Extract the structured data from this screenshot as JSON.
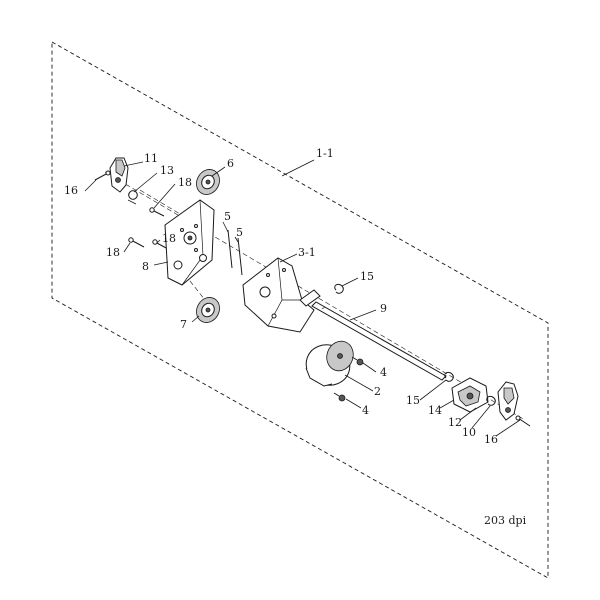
{
  "labels": {
    "assembly": "1-1",
    "l6": "6",
    "l11": "11",
    "l13": "13",
    "l18a": "18",
    "l18b": "18",
    "l18c": "18",
    "l16a": "16",
    "l5a": "5",
    "l5b": "5",
    "l3_1": "3-1",
    "l8": "8",
    "l7": "7",
    "l15a": "15",
    "l9": "9",
    "l4a": "4",
    "l2": "2",
    "l4b": "4",
    "l15b": "15",
    "l14": "14",
    "l12": "12",
    "l10": "10",
    "l16b": "16"
  },
  "resolution": "203 dpi"
}
